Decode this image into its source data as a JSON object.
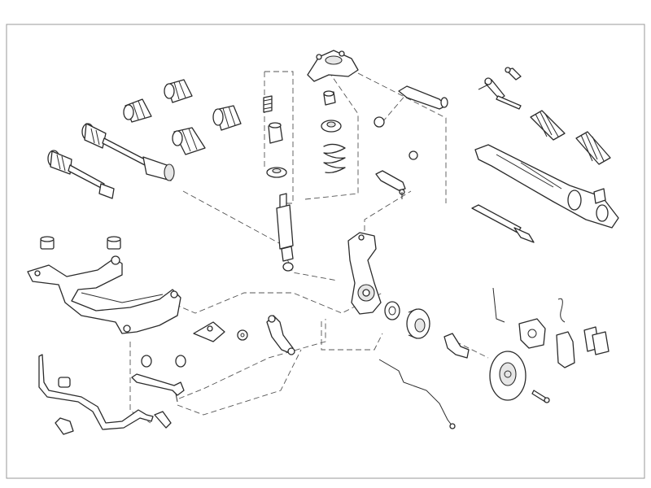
{
  "diagram": {
    "kind": "exploded front suspension and steering parts diagram",
    "line_color": "#2b2b2b",
    "background": "#ffffff",
    "leader_style": "dashed",
    "groups": [
      {
        "id": "drive-shafts",
        "label": ""
      },
      {
        "id": "shock-strut",
        "label": ""
      },
      {
        "id": "upper-mount",
        "label": ""
      },
      {
        "id": "steering-rack",
        "label": ""
      },
      {
        "id": "subframe",
        "label": ""
      },
      {
        "id": "wheel-hub-brake",
        "label": ""
      },
      {
        "id": "stabilizer-bar",
        "label": ""
      }
    ]
  }
}
